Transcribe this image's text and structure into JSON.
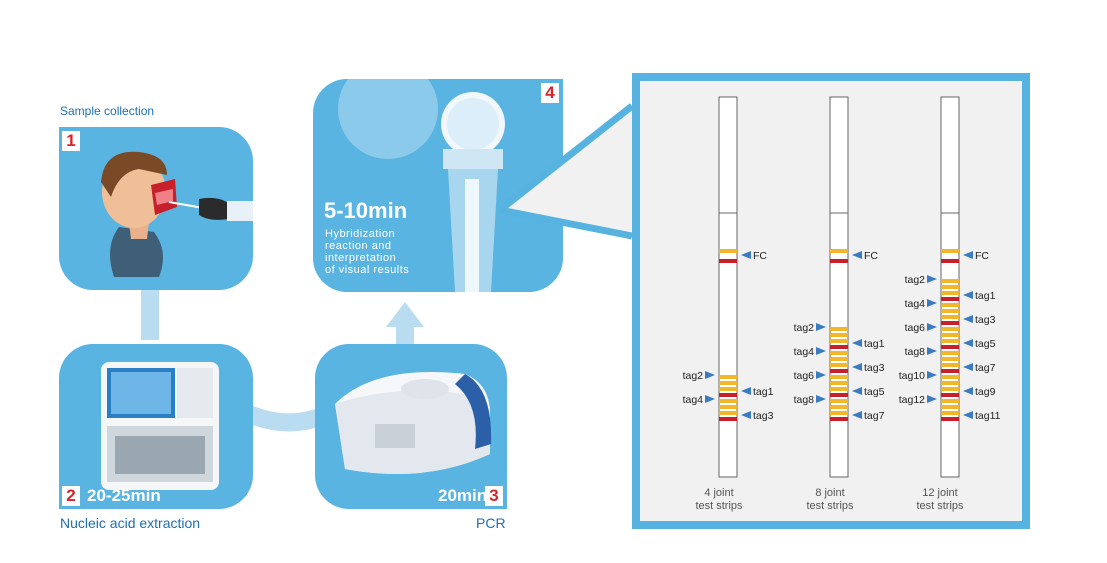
{
  "steps": {
    "s1": {
      "number": "1",
      "label": "Sample collection"
    },
    "s2": {
      "number": "2",
      "time": "20-25min",
      "label": "Nucleic acid extraction"
    },
    "s3": {
      "number": "3",
      "time": "20min",
      "label": "PCR"
    },
    "s4": {
      "number": "4",
      "time": "5-10min",
      "desc_lines": [
        "Hybridization",
        "reaction and",
        "interpretation",
        "of visual results"
      ]
    }
  },
  "strips": [
    {
      "caption_line1": "4 joint",
      "caption_line2": "test strips",
      "fc": "FC",
      "tags_left": [
        "tag4",
        "tag2"
      ],
      "tags_right": [
        "tag3",
        "tag1"
      ]
    },
    {
      "caption_line1": "8 joint",
      "caption_line2": "test strips",
      "fc": "FC",
      "tags_left": [
        "tag8",
        "tag6",
        "tag4",
        "tag2"
      ],
      "tags_right": [
        "tag7",
        "tag5",
        "tag3",
        "tag1"
      ]
    },
    {
      "caption_line1": "12 joint",
      "caption_line2": "test strips",
      "fc": "FC",
      "tags_left": [
        "tag12",
        "tag10",
        "tag8",
        "tag6",
        "tag4",
        "tag2"
      ],
      "tags_right": [
        "tag11",
        "tag9",
        "tag7",
        "tag5",
        "tag3",
        "tag1"
      ]
    }
  ],
  "colors": {
    "card": "#5ab4e1",
    "band_yellow": "#f2b62a",
    "band_red": "#c8202a",
    "arrow": "#3a7cc4"
  }
}
